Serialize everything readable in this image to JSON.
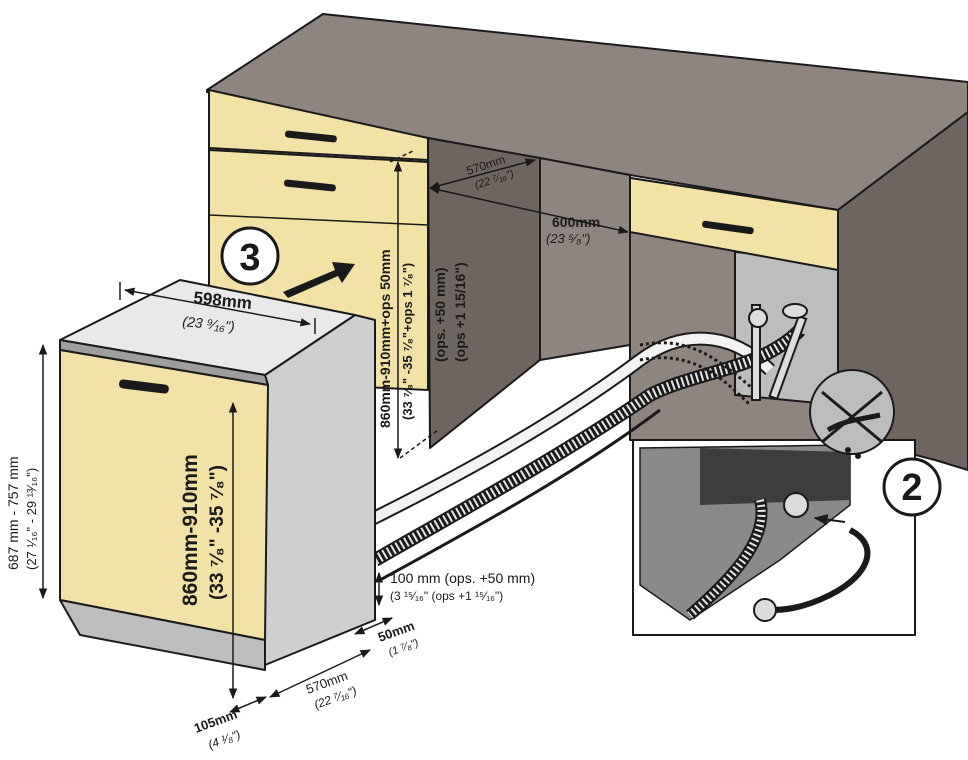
{
  "colors": {
    "cabinet": "#8f8580",
    "cabinet_dark": "#6f6661",
    "front": "#f3e2a6",
    "appliance_side": "#cfcfcf",
    "appliance_top": "#e9e9e9",
    "floor_hose": "#f4f4f4",
    "outline": "#1a1a1a"
  },
  "steps": {
    "three": "3",
    "two": "2"
  },
  "dims": {
    "width_598": "598mm",
    "width_598_in": "(23 ⁹⁄₁₆\")",
    "height_687": "687 mm - 757 mm",
    "height_687_in": "(27 ¹⁄₁₆\" - 29 ¹³⁄₁₆\")",
    "height_860": "860mm-910mm",
    "height_860_in": "(33 ⁷⁄₈\" -35 ⁷⁄₈\")",
    "niche_860": "860mm-910mm+ops 50mm",
    "niche_860_in": "(33 ⁷⁄₈\" -35 ⁷⁄₈\"+ops 1 ⁷⁄₈\")",
    "ops_50": "(ops. +50 mm)",
    "ops_50_in": "(ops +1 15/16\")",
    "depth_570_top": "570mm",
    "depth_570_top_in": "(22 ⁷⁄₁₆\")",
    "width_600": "600mm",
    "width_600_in": "(23 ⁵⁄₈\")",
    "plinth_100": "100 mm (ops. +50 mm)",
    "plinth_100_in": "(3 ¹⁵⁄₁₆\" (ops +1 ¹⁵⁄₁₆\")",
    "gap_50": "50mm",
    "gap_50_in": "(1 ⁷⁄₈\")",
    "depth_570_bottom": "570mm",
    "depth_570_bottom_in": "(22 ⁷⁄₁₆\")",
    "toe_105": "105mm",
    "toe_105_in": "(4 ¹⁄₈\")"
  }
}
